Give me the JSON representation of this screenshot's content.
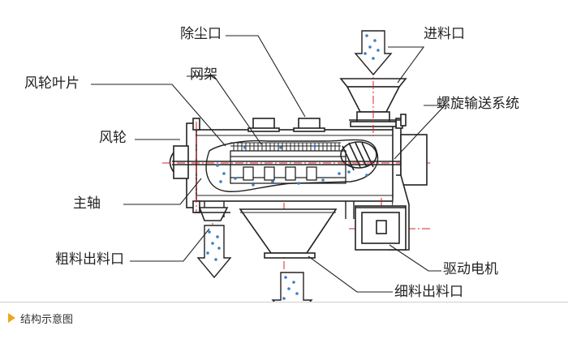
{
  "labels": {
    "dust_outlet": "除尘口",
    "feed_inlet": "进料口",
    "mesh_frame": "网架",
    "fan_blade": "风轮叶片",
    "screw_conveyor": "螺旋输送系统",
    "fan_wheel": "风轮",
    "main_shaft": "主轴",
    "coarse_outlet": "粗料出料口",
    "drive_motor": "驱动电机",
    "fine_outlet": "细料出料口"
  },
  "footer": {
    "caption": "结构示意图"
  },
  "colors": {
    "line": "#222222",
    "centerline": "#e02020",
    "particle": "#3a7fc4",
    "accent": "#f2a51a"
  }
}
